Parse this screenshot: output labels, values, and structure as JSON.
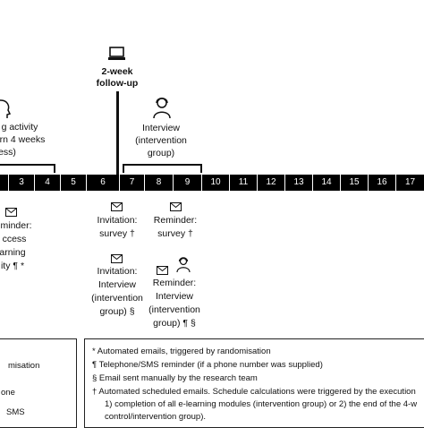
{
  "top": {
    "followup": [
      "2-week",
      "follow-up"
    ],
    "learning": [
      "g activity",
      "rn 4 weeks",
      "ess)"
    ],
    "interview": [
      "Interview",
      "(intervention",
      "group)"
    ]
  },
  "weeks": [
    "3",
    "4",
    "5",
    "6",
    "7",
    "8",
    "9",
    "10",
    "11",
    "12",
    "13",
    "14",
    "15",
    "16",
    "17"
  ],
  "below": {
    "left_reminder": [
      "minder:",
      "ccess",
      "arning",
      "ity ¶ *"
    ],
    "inv_survey": [
      "Invitation:",
      "survey †"
    ],
    "rem_survey": [
      "Reminder:",
      "survey †"
    ],
    "inv_interview": [
      "Invitation:",
      "Interview",
      "(intervention",
      "group) §"
    ],
    "rem_interview": [
      "Reminder:",
      "Interview",
      "(intervention",
      "group) ¶ §"
    ]
  },
  "legend_left": [
    "misation",
    "one",
    "SMS"
  ],
  "legend_right": [
    "*  Automated emails, triggered by randomisation",
    "¶  Telephone/SMS reminder (if a phone number was supplied)",
    "§  Email sent manually by the research team",
    "†  Automated scheduled emails. Schedule calculations were triggered by the execution",
    "1) completion of all e-learning modules (intervention group) or 2) the end of the 4-w",
    "control/intervention group)."
  ]
}
